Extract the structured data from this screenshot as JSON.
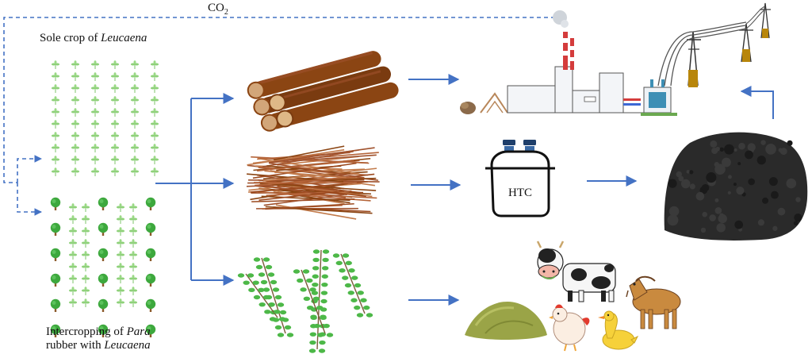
{
  "co2": {
    "label": "CO",
    "subscript": "2"
  },
  "sole_crop": {
    "prefix": "Sole crop of ",
    "species": "Leucaena"
  },
  "intercrop": {
    "line1_prefix": "Intercropping of ",
    "line1_species": "Para",
    "line2_prefix": "rubber with ",
    "line2_species": "Leucaena"
  },
  "htc": {
    "label": "HTC"
  },
  "colors": {
    "arrow": "#4472c4",
    "dashed": "#4472c4",
    "wood": "#8b4513",
    "fiber": "#b5653a",
    "leaf": "#3aa63a",
    "biochar": "#2a2a2a"
  },
  "icons": [
    "wood-logs-icon",
    "fiber-pile-icon",
    "leucaena-leaves-icon",
    "power-plant-icon",
    "power-lines-icon",
    "htc-reactor-icon",
    "hydrochar-pile-icon",
    "fodder-pile-icon",
    "cow-icon",
    "goat-icon",
    "chicken-icon",
    "duck-icon"
  ]
}
